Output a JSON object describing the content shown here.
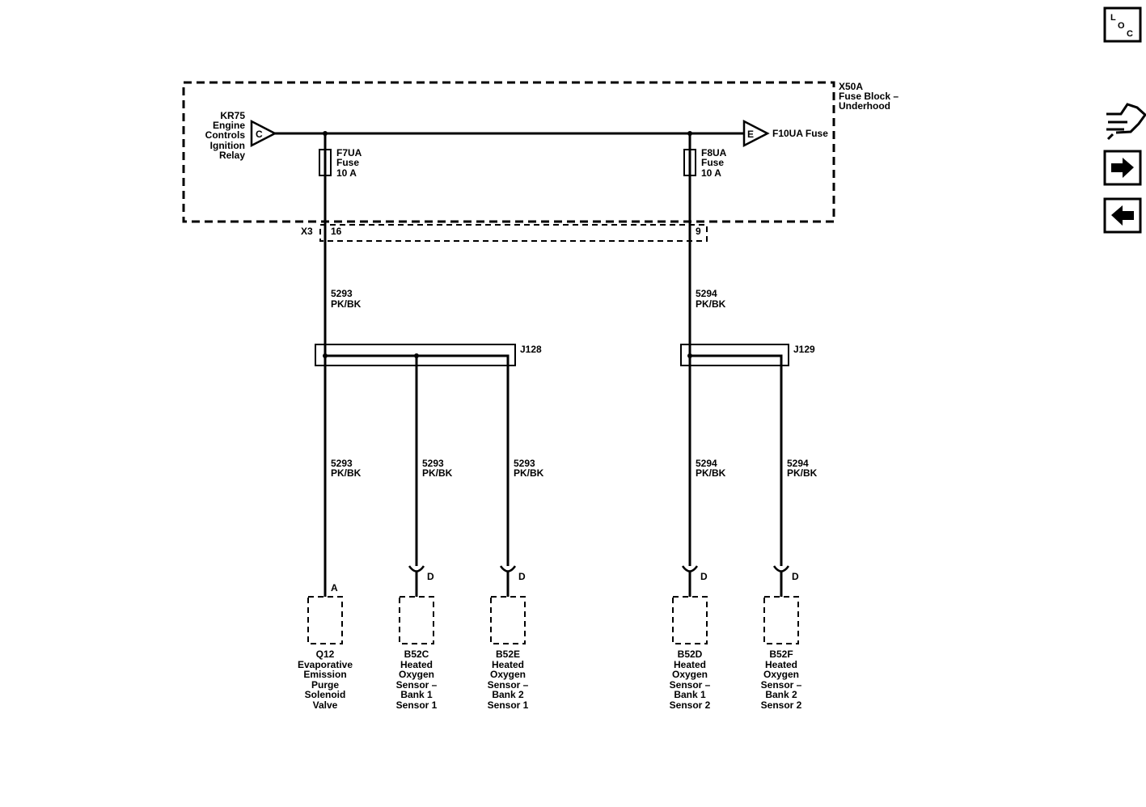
{
  "fuse_block": {
    "id": "X50A",
    "name_line1": "Fuse Block –",
    "name_line2": "Underhood",
    "connector": "X3"
  },
  "relay": {
    "lines": [
      "KR75",
      "Engine",
      "Controls",
      "Ignition",
      "Relay"
    ],
    "pin": "C"
  },
  "output": {
    "pin": "E",
    "label": "F10UA Fuse"
  },
  "fuses": [
    {
      "lines": [
        "F7UA",
        "Fuse",
        "10 A"
      ],
      "pin": "16"
    },
    {
      "lines": [
        "F8UA",
        "Fuse",
        "10 A"
      ],
      "pin": "9"
    }
  ],
  "trunk_wires": [
    {
      "circuit": "5293",
      "color": "PK/BK"
    },
    {
      "circuit": "5294",
      "color": "PK/BK"
    }
  ],
  "splices": [
    {
      "id": "J128"
    },
    {
      "id": "J129"
    }
  ],
  "branch_wires": [
    {
      "circuit": "5293",
      "color": "PK/BK"
    },
    {
      "circuit": "5293",
      "color": "PK/BK"
    },
    {
      "circuit": "5293",
      "color": "PK/BK"
    },
    {
      "circuit": "5294",
      "color": "PK/BK"
    },
    {
      "circuit": "5294",
      "color": "PK/BK"
    }
  ],
  "components": [
    {
      "pin": "A",
      "lines": [
        "Q12",
        "Evaporative",
        "Emission",
        "Purge",
        "Solenoid",
        "Valve"
      ]
    },
    {
      "pin": "D",
      "lines": [
        "B52C",
        "Heated",
        "Oxygen",
        "Sensor –",
        "Bank 1",
        "Sensor 1"
      ]
    },
    {
      "pin": "D",
      "lines": [
        "B52E",
        "Heated",
        "Oxygen",
        "Sensor –",
        "Bank 2",
        "Sensor 1"
      ]
    },
    {
      "pin": "D",
      "lines": [
        "B52D",
        "Heated",
        "Oxygen",
        "Sensor –",
        "Bank 1",
        "Sensor 2"
      ]
    },
    {
      "pin": "D",
      "lines": [
        "B52F",
        "Heated",
        "Oxygen",
        "Sensor –",
        "Bank 2",
        "Sensor 2"
      ]
    }
  ],
  "side_nav": {
    "loc_letters": [
      "L",
      "O",
      "C"
    ],
    "buttons": [
      "location-button",
      "connector-view-button",
      "next-page-button",
      "previous-page-button"
    ]
  }
}
